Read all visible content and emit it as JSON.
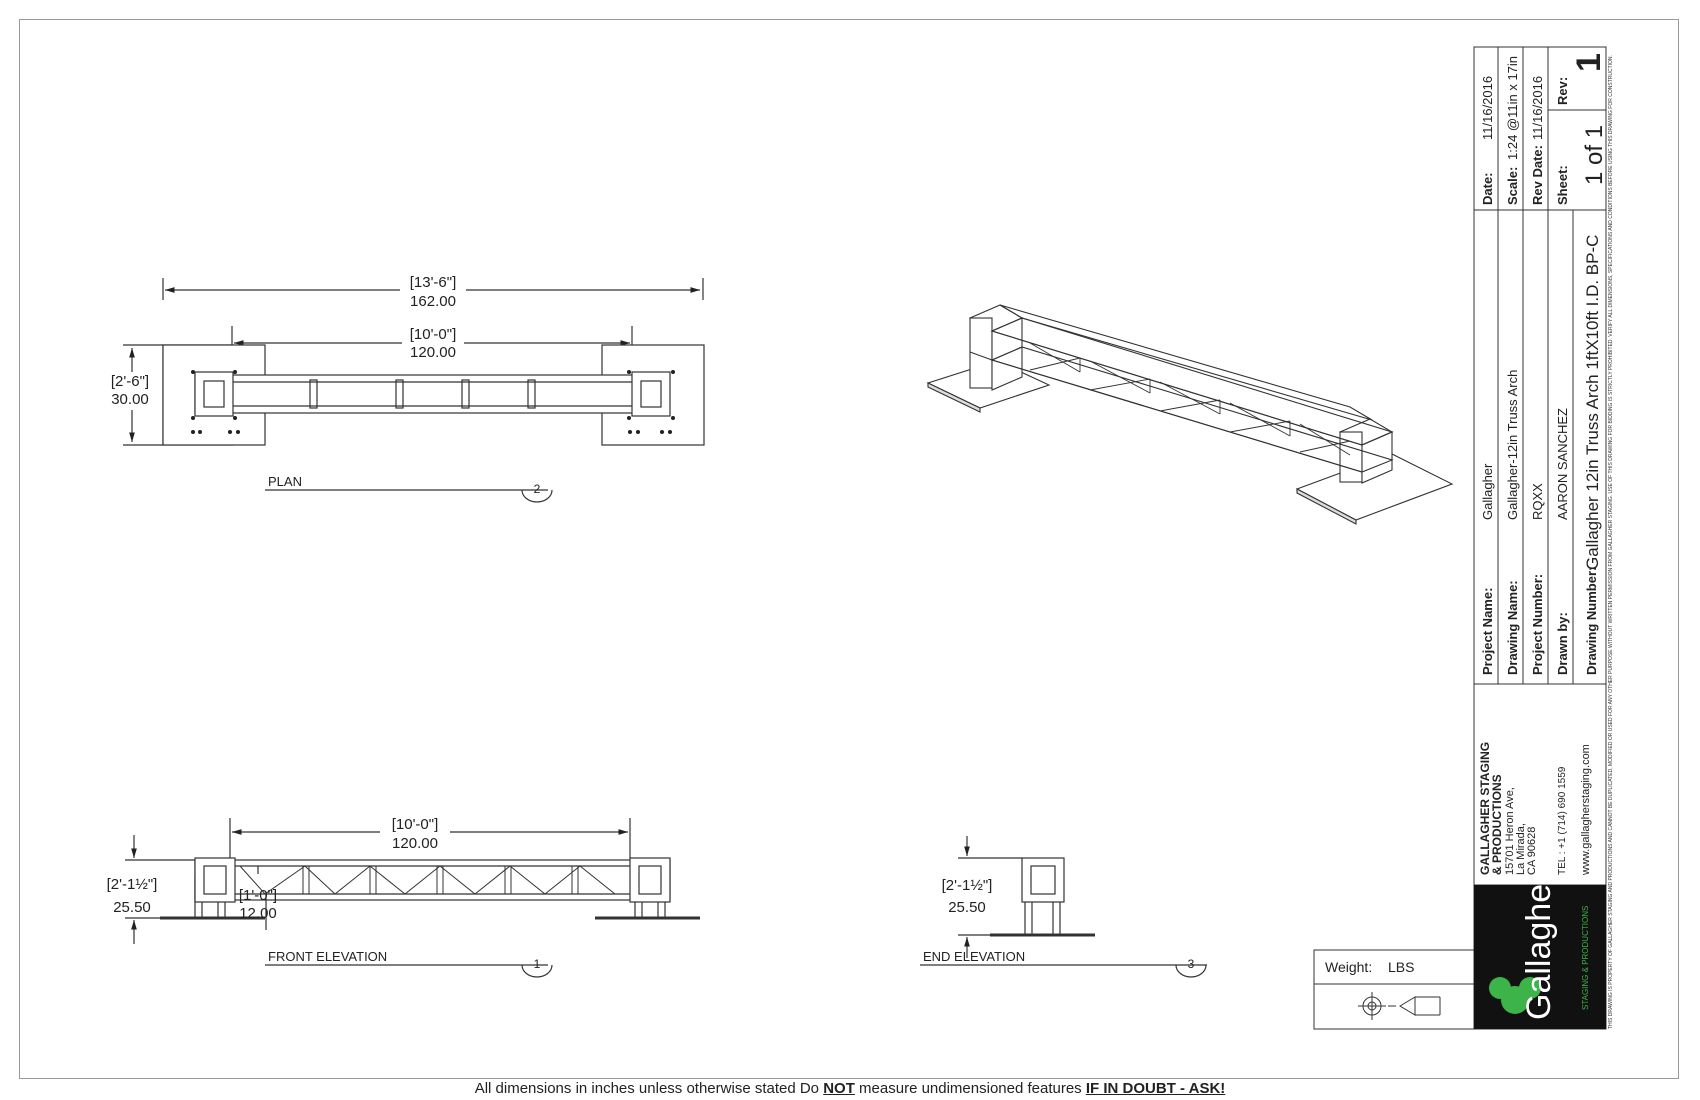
{
  "views": {
    "plan": {
      "label": "PLAN",
      "number": "2",
      "overall_ft": "[13'-6\"]",
      "overall_in": "162.00",
      "span_ft": "[10'-0\"]",
      "span_in": "120.00",
      "width_ft": "[2'-6\"]",
      "width_in": "30.00"
    },
    "front": {
      "label": "FRONT ELEVATION",
      "number": "1",
      "span_ft": "[10'-0\"]",
      "span_in": "120.00",
      "height_ft": "[2'-1½\"]",
      "height_in": "25.50",
      "truss_ft": "[1'-0\"]",
      "truss_in": "12.00"
    },
    "end": {
      "label": "END ELEVATION",
      "number": "3",
      "height_ft": "[2'-1½\"]",
      "height_in": "25.50"
    }
  },
  "weight": {
    "label": "Weight:",
    "value": "LBS"
  },
  "title_block": {
    "company": {
      "name_line1": "GALLAGHER STAGING",
      "name_line2": "& PRODUCTIONS",
      "address1": "15701 Heron Ave,",
      "address2": "La Mirada,",
      "address3": "CA 90628",
      "tel": "TEL : +1 (714) 690 1559",
      "web": "www.gallagherstaging.com"
    },
    "logo_text": "Gallagher",
    "logo_sub": "STAGING & PRODUCTIONS",
    "project_name_label": "Project Name:",
    "project_name": "Gallagher",
    "drawing_name_label": "Drawing Name:",
    "drawing_name": "Gallagher-12in Truss Arch",
    "project_number_label": "Project Number:",
    "project_number": "RQXX",
    "drawn_by_label": "Drawn by:",
    "drawn_by": "AARON SANCHEZ",
    "drawing_number_label": "Drawing Number:",
    "drawing_number": "Gallagher 12in Truss Arch 1ftX10ft I.D. BP-C",
    "date_label": "Date:",
    "date": "11/16/2016",
    "scale_label": "Scale:",
    "scale": "1:24 @11in x 17in",
    "rev_date_label": "Rev Date:",
    "rev_date": "11/16/2016",
    "sheet_label": "Sheet:",
    "sheet": "1 of 1",
    "rev_label": "Rev:",
    "rev": "1",
    "legal": "THIS DRAWING IS PROPERTY OF GALLAGHER STAGING AND PRODUCTIONS AND CANNOT BE DUPLICATED, MODIFIED OR USED FOR ANY OTHER PURPOSE WITHOUT WRITTEN PERMISSION FROM GALLAGHER STAGING. USE OF THIS DRAWING FOR BIDDING IS STRICTLY PROHIBITED. VERIFY ALL DIMENSIONS, SPECIFICATIONS AND CONDITIONS BEFORE USING THIS DRAWING FOR CONSTRUCTION."
  },
  "footer": {
    "part1": "All dimensions in inches unless otherwise stated Do",
    "not": "NOT",
    "part2": "measure undimensioned features",
    "ask": "IF IN DOUBT - ASK!"
  }
}
